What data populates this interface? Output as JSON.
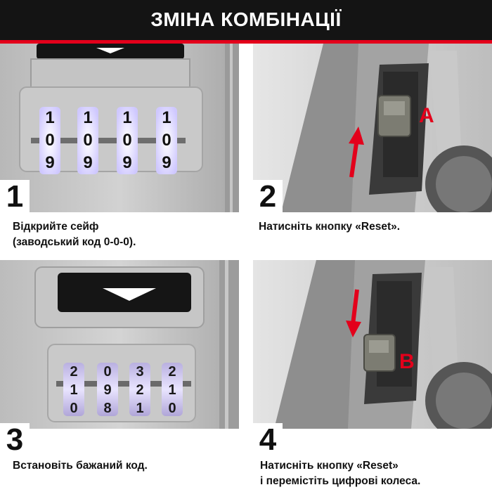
{
  "header": {
    "title": "ЗМІНА КОМБІНАЦІЇ"
  },
  "colors": {
    "accent": "#e3001b",
    "header_bg": "#141414",
    "dial_glow": "#d8d2ff"
  },
  "steps": [
    {
      "number": "1",
      "caption": [
        "Відкрийте сейф",
        "(заводський код 0-0-0)."
      ],
      "dials": [
        [
          "1",
          "0",
          "9"
        ],
        [
          "1",
          "0",
          "9"
        ],
        [
          "1",
          "0",
          "9"
        ],
        [
          "1",
          "0",
          "9"
        ]
      ]
    },
    {
      "number": "2",
      "caption": [
        "Натисніть кнопку «Reset»."
      ],
      "marker": "A",
      "arrow": "up-arrow"
    },
    {
      "number": "3",
      "caption": [
        "Встановіть бажаний код."
      ],
      "dials": [
        [
          "2",
          "1",
          "0"
        ],
        [
          "0",
          "9",
          "8"
        ],
        [
          "3",
          "2",
          "1"
        ],
        [
          "2",
          "1",
          "0"
        ]
      ]
    },
    {
      "number": "4",
      "caption": [
        "Натисніть кнопку «Reset»",
        "і перемістіть цифрові колеса."
      ],
      "marker": "B",
      "arrow": "down-arrow"
    }
  ]
}
